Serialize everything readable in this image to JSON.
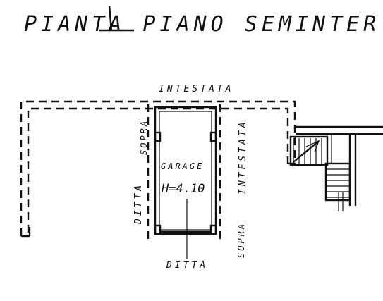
{
  "title": "PIANTA PIANO SEMINTER",
  "labels": {
    "top_owner": "INTESTATA",
    "left_owner": "DITTA",
    "left_above": "SOPRA",
    "room_name": "GARAGE",
    "room_height": "H=4.10",
    "bottom_owner": "DITTA",
    "right_owner": "INTESTATA",
    "right_above": "SOPRA"
  }
}
